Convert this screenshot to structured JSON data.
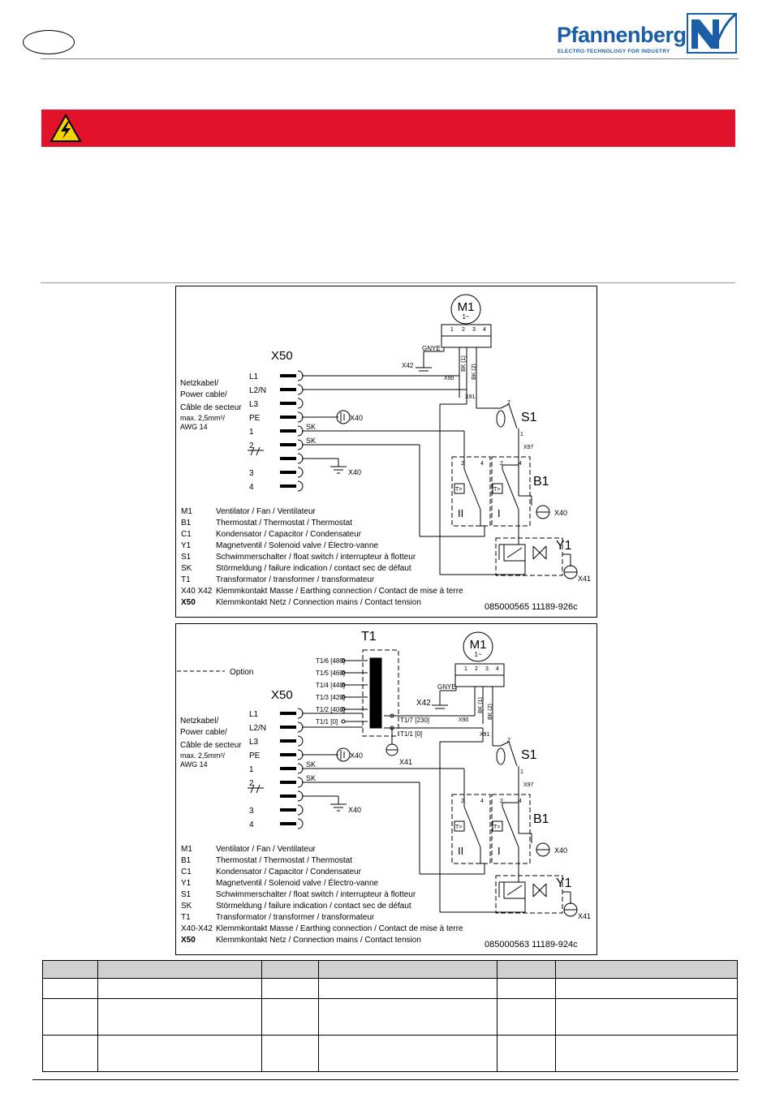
{
  "header": {
    "brand_name": "Pfannenberg",
    "tagline": "ELECTRO-TECHNOLOGY FOR INDUSTRY",
    "brand_color": "#1a5ea8"
  },
  "warning": {
    "color": "#e3122b",
    "icon": "electric-hazard-icon"
  },
  "common": {
    "m1": "M1",
    "m1_phase": "1~",
    "x50": "X50",
    "power_cable": [
      "Netzkabel/",
      "Power cable/",
      "Câble de secteur",
      "max. 2,5mm²/",
      "AWG 14"
    ],
    "terminals": [
      "L1",
      "L2/N",
      "L3",
      "PE",
      "1",
      "2",
      "",
      "3",
      "4"
    ],
    "gnye": "GNYE",
    "x42": "X42",
    "x40": "X40",
    "x41": "X41",
    "x90": "X90",
    "x91": "X91",
    "x97": "X97",
    "bk1": "BK (1)",
    "bk2": "BK (2)",
    "sk": "SK",
    "s1": "S1",
    "b1": "B1",
    "y1": "Y1",
    "t_label": "T>",
    "ii": "II",
    "i": "I",
    "m1_pins": [
      "1",
      "2",
      "3",
      "4"
    ],
    "contact_nums": [
      "2",
      "4",
      "1"
    ],
    "legend": [
      [
        "M1",
        "Ventilator / Fan / Ventilateur"
      ],
      [
        "B1",
        "Thermostat / Thermostat / Thermostat"
      ],
      [
        "C1",
        "Kondensator / Capacitor / Condensateur"
      ],
      [
        "Y1",
        "Magnetventil / Solenoid valve / Électro-vanne"
      ],
      [
        "S1",
        "Schwimmerschalter / float switch / interrupteur à flotteur"
      ],
      [
        "SK",
        "Störmeldung / failure indication / contact sec de défaut"
      ],
      [
        "T1",
        "Transformator / transformer / transformateur"
      ]
    ]
  },
  "diagram1": {
    "legend_x40": [
      "X40 X42",
      "Klemmkontakt Masse / Earthing connection / Contact de mise à terre"
    ],
    "legend_x50": [
      "X50",
      "Klemmkontakt Netz / Connection mains / Contact tension"
    ],
    "code": "085000565  11189-926c"
  },
  "diagram2": {
    "option": "Option",
    "t1": "T1",
    "t1_taps": [
      "T1/6 [480]",
      "T1/5 [460]",
      "T1/4 [440]",
      "T1/3 [420]",
      "T1/2 [400]",
      "T1/1 [0]"
    ],
    "t1_out": [
      "T1/7 [230]",
      "T1/1 [0]"
    ],
    "legend_x40": [
      "X40-X42",
      "Klemmkontakt Masse / Earthing connection / Contact de mise à terre"
    ],
    "legend_x50": [
      "X50",
      "Klemmkontakt Netz / Connection mains / Contact tension"
    ],
    "code": "085000563  11189-924c"
  }
}
